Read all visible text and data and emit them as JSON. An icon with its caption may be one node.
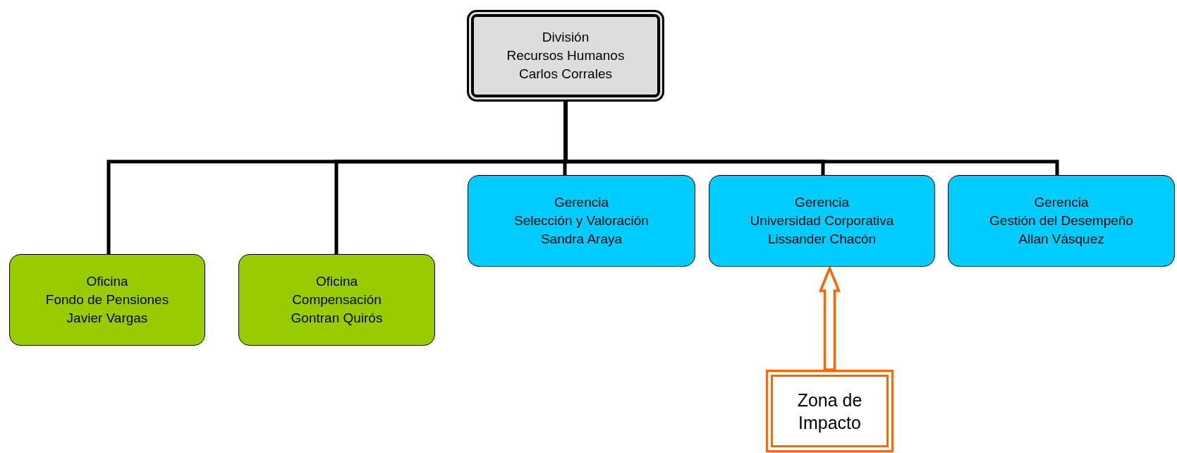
{
  "diagram": {
    "nodes": [
      {
        "text": [
          "División",
          "Recursos Humanos",
          "Carlos Corrales"
        ]
      },
      {
        "text": [
          "Oficina",
          "Fondo de Pensiones",
          "Javier Vargas"
        ]
      },
      {
        "text": [
          "Oficina",
          "Compensación",
          "Gontran Quirós"
        ]
      },
      {
        "text": [
          "Gerencia",
          "Selección y Valoración",
          "Sandra Araya"
        ]
      },
      {
        "text": [
          "Gerencia",
          "Universidad Corporativa",
          "Lissander Chacón"
        ]
      },
      {
        "text": [
          "Gerencia",
          "Gestión del Desempeño",
          "Allan Vásquez"
        ]
      },
      {
        "text": [
          "Zona de Impacto"
        ]
      }
    ],
    "edges": [
      {
        "from": 0,
        "to": 1,
        "arrow": "none"
      },
      {
        "from": 0,
        "to": 2,
        "arrow": "none"
      },
      {
        "from": 0,
        "to": 3,
        "arrow": "none"
      },
      {
        "from": 0,
        "to": 4,
        "arrow": "none"
      },
      {
        "from": 0,
        "to": 5,
        "arrow": "none"
      },
      {
        "from": 6,
        "to": 4,
        "arrow": "to",
        "style": "thick",
        "color": "#ff6600"
      }
    ]
  }
}
